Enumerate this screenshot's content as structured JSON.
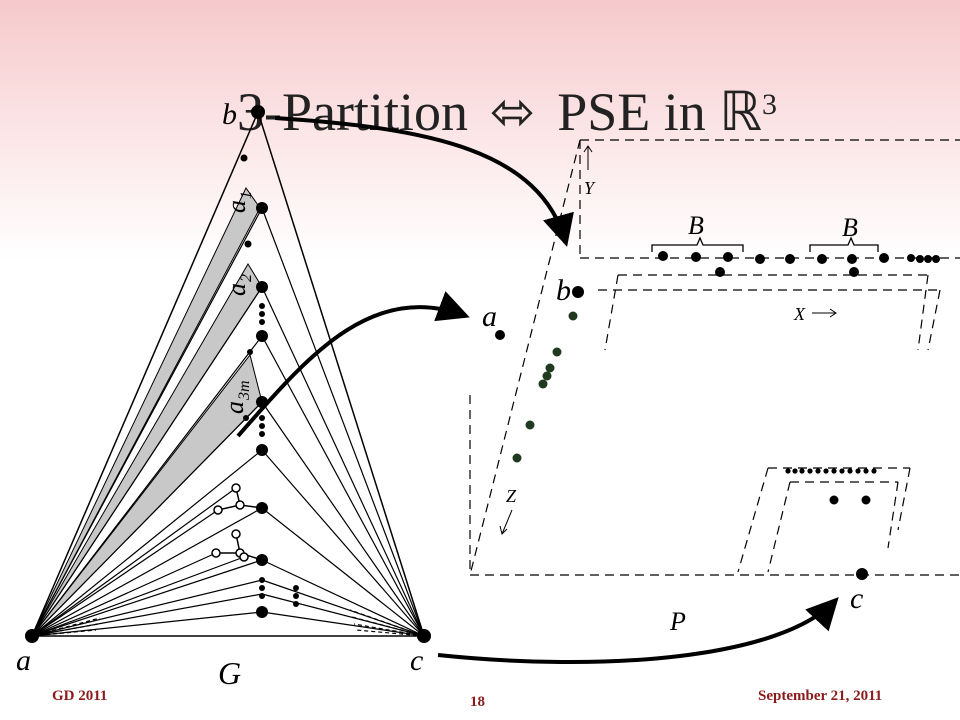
{
  "title": {
    "left": "3-Partition",
    "arrow": "⬄",
    "right": "PSE in ℝ",
    "sup": "3"
  },
  "graph_labels": {
    "b": "b",
    "a": "a",
    "c": "c",
    "G": "G",
    "a1": "a",
    "a1_sub": "1",
    "a2": "a",
    "a2_sub": "2",
    "a3m": "a",
    "a3m_sub": "3m"
  },
  "embedding_labels": {
    "b": "b",
    "a": "a",
    "c": "c",
    "P": "P",
    "X": "X",
    "Y": "Y",
    "Z": "Z",
    "B1": "B",
    "B2": "B"
  },
  "footer": {
    "left": "GD 2011",
    "page": "18",
    "right": "September 21, 2011"
  },
  "colors": {
    "footer": "#8b1a1a",
    "shade": "#c8c8c8",
    "point_dark_green": "#1f3a1f"
  }
}
